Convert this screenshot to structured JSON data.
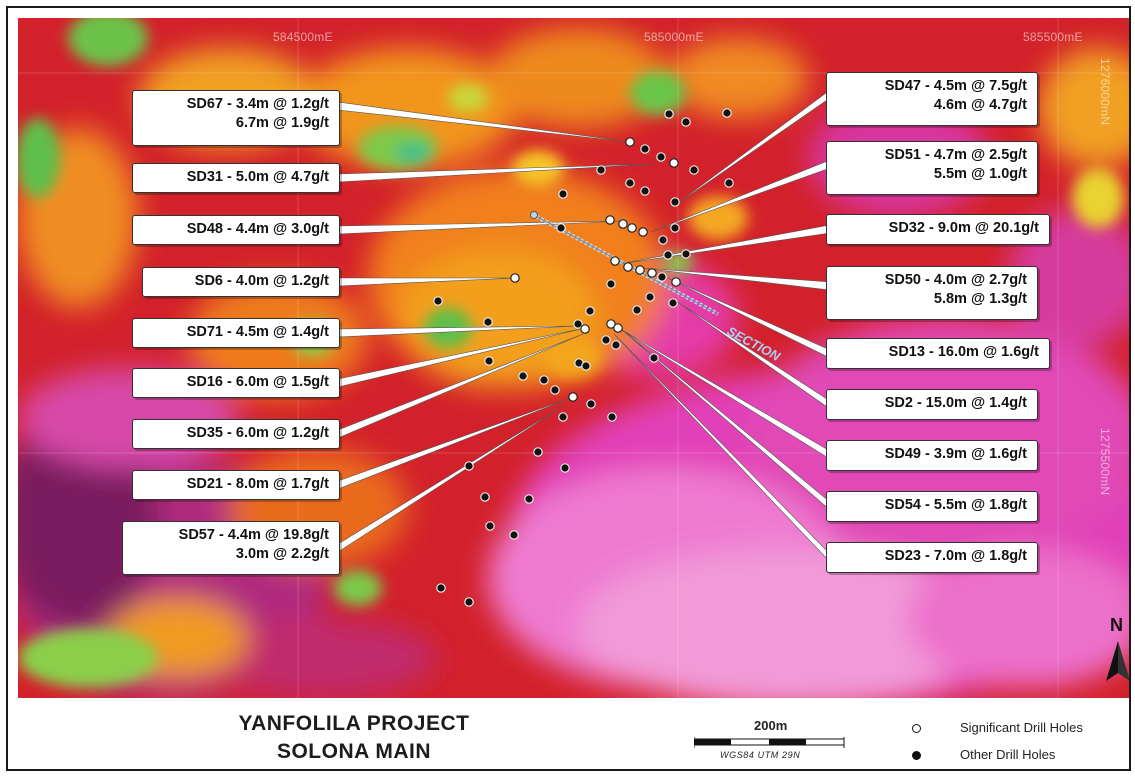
{
  "grid_labels": {
    "left": "584500mE",
    "center": "585000mE",
    "right": "585500mE",
    "north_top": "1276000mN",
    "north_bottom": "1275500mN"
  },
  "callouts_left": [
    {
      "id": "sd67",
      "lines": [
        "SD67 - 3.4m @ 1.2g/t",
        "6.7m @ 1.9g/t"
      ]
    },
    {
      "id": "sd31",
      "lines": [
        "SD31 - 5.0m @ 4.7g/t"
      ]
    },
    {
      "id": "sd48",
      "lines": [
        "SD48 - 4.4m @ 3.0g/t"
      ]
    },
    {
      "id": "sd6",
      "lines": [
        "SD6 - 4.0m @ 1.2g/t"
      ]
    },
    {
      "id": "sd71",
      "lines": [
        "SD71 - 4.5m @ 1.4g/t"
      ]
    },
    {
      "id": "sd16",
      "lines": [
        "SD16 - 6.0m @ 1.5g/t"
      ]
    },
    {
      "id": "sd35",
      "lines": [
        "SD35 - 6.0m @ 1.2g/t"
      ]
    },
    {
      "id": "sd21",
      "lines": [
        "SD21 - 8.0m @ 1.7g/t"
      ]
    },
    {
      "id": "sd57",
      "lines": [
        "SD57 - 4.4m @ 19.8g/t",
        "3.0m @ 2.2g/t"
      ]
    }
  ],
  "callouts_right": [
    {
      "id": "sd47",
      "lines": [
        "SD47 - 4.5m @ 7.5g/t",
        "4.6m @ 4.7g/t"
      ]
    },
    {
      "id": "sd51",
      "lines": [
        "SD51 - 4.7m @ 2.5g/t",
        "5.5m @ 1.0g/t"
      ]
    },
    {
      "id": "sd32",
      "lines": [
        "SD32 - 9.0m @ 20.1g/t"
      ]
    },
    {
      "id": "sd50",
      "lines": [
        "SD50 - 4.0m @ 2.7g/t",
        "5.8m @ 1.3g/t"
      ]
    },
    {
      "id": "sd13",
      "lines": [
        "SD13 - 16.0m @ 1.6g/t"
      ]
    },
    {
      "id": "sd2",
      "lines": [
        "SD2 - 15.0m @ 1.4g/t"
      ]
    },
    {
      "id": "sd49",
      "lines": [
        "SD49 - 3.9m @ 1.6g/t"
      ]
    },
    {
      "id": "sd54",
      "lines": [
        "SD54 - 5.5m @ 1.8g/t"
      ]
    },
    {
      "id": "sd23",
      "lines": [
        "SD23 - 7.0m @ 1.8g/t"
      ]
    }
  ],
  "section_label": "SECTION",
  "north_label": "N",
  "title": {
    "line1": "YANFOLILA PROJECT",
    "line2": "SOLONA MAIN"
  },
  "scale": {
    "label": "200m",
    "projection": "WGS84 UTM 29N"
  },
  "legend": [
    {
      "symbol": "open-circle",
      "label": "Significant Drill Holes"
    },
    {
      "symbol": "filled-circle",
      "label": "Other Drill Holes"
    }
  ],
  "colors": {
    "significant_hole": "#ffffff",
    "other_hole": "#111111",
    "leader": "#ffffff",
    "section_line": "#a9c9e6"
  }
}
